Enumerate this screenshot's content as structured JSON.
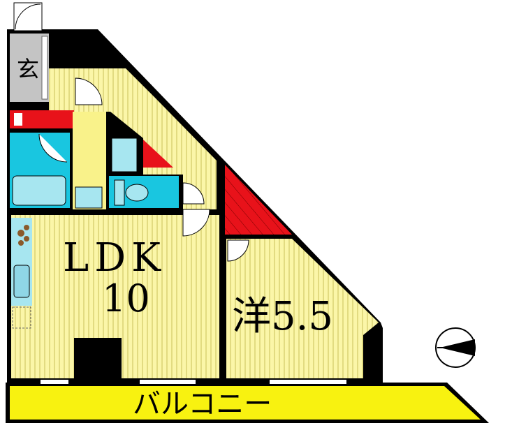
{
  "floor_plan": {
    "rooms": {
      "entrance": {
        "label": "玄"
      },
      "ldk": {
        "label": "LDK",
        "size": "10"
      },
      "western_room": {
        "label": "洋5.5"
      },
      "balcony": {
        "label": "バルコニー"
      }
    },
    "colors": {
      "room_fill": "#fbf6a8",
      "room_stripe": "#c9c05a",
      "wet_area": "#19c6e0",
      "fixture": "#a7e6f0",
      "storage": "#e8121a",
      "balcony": "#f8f210",
      "entrance_floor": "#c4c4c4",
      "wall": "#000000"
    },
    "north_arrow_icon": "north-arrow-icon"
  }
}
